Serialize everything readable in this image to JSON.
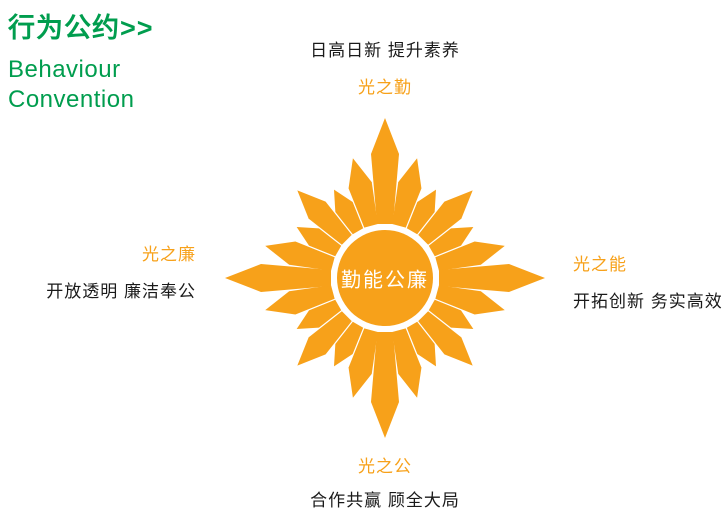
{
  "header": {
    "title_cn": "行为公约>>",
    "title_en_line1": "Behaviour",
    "title_en_line2": "Convention"
  },
  "diagram": {
    "center_label": "勤能公廉",
    "nodes": [
      {
        "position": "top",
        "name": "光之勤",
        "description": "日高日新 提升素养"
      },
      {
        "position": "right",
        "name": "光之能",
        "description": "开拓创新 务实高效"
      },
      {
        "position": "bottom",
        "name": "光之公",
        "description": "合作共赢 顾全大局"
      },
      {
        "position": "left",
        "name": "光之廉",
        "description": "开放透明 廉洁奉公"
      }
    ]
  },
  "colors": {
    "green": "#009D4E",
    "orange": "#F7A11A",
    "text_black": "#1A1A1A",
    "center_text_white": "#FFFFFF"
  }
}
